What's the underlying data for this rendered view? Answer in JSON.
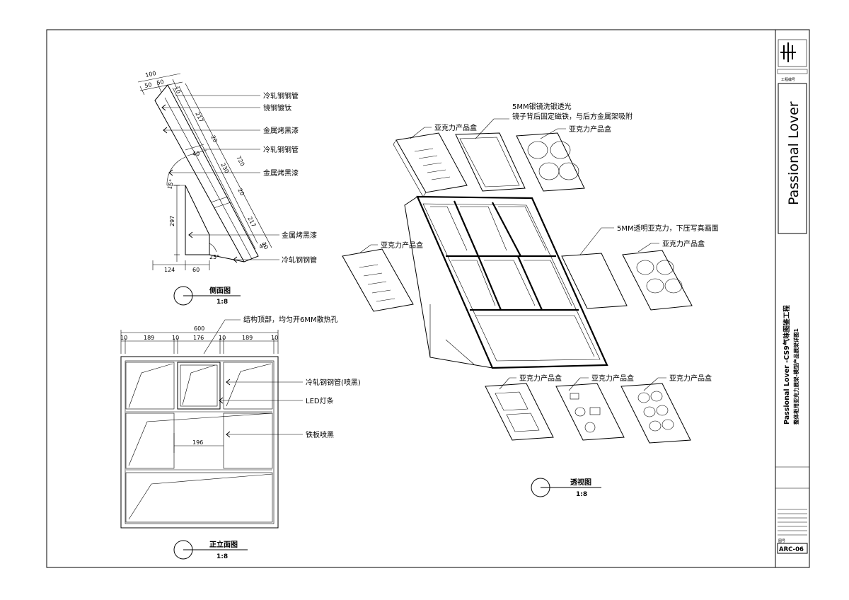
{
  "title_block": {
    "brand": "Passional Lover",
    "project_line1": "Passional Lover -CS9气味图鉴工程",
    "project_line2": "整体柜用亚克力展架-模型产品展架详图1",
    "sheet_no": "ARC-06",
    "small_text_1": "工程编号",
    "small_text_2": "图号"
  },
  "side_view": {
    "title": "侧面图",
    "scale": "1:8",
    "labels": [
      "冷轧钢钢管",
      "镜钢镀钛",
      "金属烤黑漆",
      "冷轧钢钢管",
      "金属烤黑漆",
      "金属烤黑漆",
      "冷轧钢钢管"
    ],
    "dims": {
      "top_total": "100",
      "top_a": "50",
      "top_b": "50",
      "top_c": "10",
      "d217a": "217",
      "d20a": "20",
      "d40": "40",
      "d720": "720",
      "d230": "230",
      "d20b": "20",
      "d217b": "217",
      "d10": "10",
      "d45": "45",
      "angle_top": "15°",
      "angle_bot": "25°",
      "h297": "297",
      "w124": "124",
      "w60": "60"
    }
  },
  "front_view": {
    "title": "正立面图",
    "scale": "1:8",
    "labels": [
      "结构顶部，均匀开6MM散热孔",
      "冷轧钢钢管(喷黑)",
      "LED灯条",
      "铁板喷黑"
    ],
    "dims": {
      "total": "600",
      "d10a": "10",
      "d189a": "189",
      "d10b": "10",
      "d176": "176",
      "d10c": "10",
      "d189b": "189",
      "d10d": "10",
      "inner": "196"
    }
  },
  "perspective_view": {
    "title": "透视图",
    "scale": "1:8",
    "labels": {
      "mirror_line1": "5MM银镜洗银透光",
      "mirror_line2": "镜子背后固定磁铁，与后方金属架吸附",
      "acrylic_note": "5MM透明亚克力，下压写真画面",
      "product_box": "亚克力产品盒"
    }
  }
}
